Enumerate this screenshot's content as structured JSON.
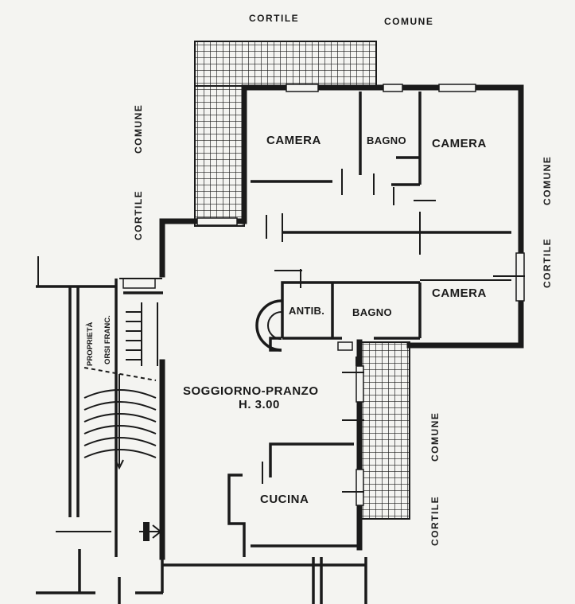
{
  "labels": {
    "cortile_top_1": "CORTILE",
    "cortile_top_2": "COMUNE",
    "comune_left": "COMUNE",
    "cortile_left": "CORTILE",
    "comune_right": "COMUNE",
    "cortile_right": "CORTILE",
    "comune_bottom_right": "COMUNE",
    "cortile_bottom_right": "CORTILE",
    "proprieta_1": "PROPRIETÀ",
    "proprieta_2": "ORSI FRANC.",
    "camera_1": "CAMERA",
    "bagno_1": "BAGNO",
    "camera_2": "CAMERA",
    "camera_3": "CAMERA",
    "antib": "ANTIB.",
    "bagno_2": "BAGNO",
    "soggiorno": "SOGGIORNO-PRANZO",
    "altezza": "H. 3.00",
    "cucina": "CUCINA"
  },
  "colors": {
    "ink": "#1a1a1a",
    "paper": "#f4f4f1"
  }
}
